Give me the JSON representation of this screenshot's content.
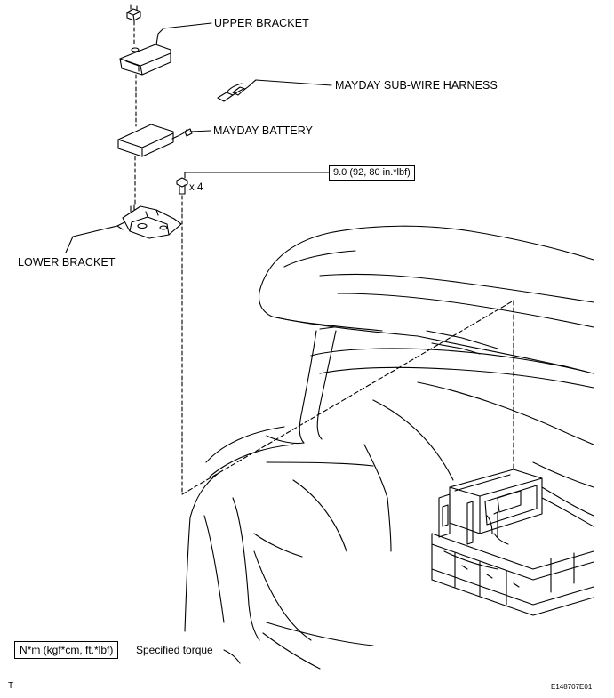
{
  "labels": {
    "upper_bracket": "UPPER BRACKET",
    "sub_wire_harness": "MAYDAY SUB-WIRE HARNESS",
    "battery": "MAYDAY BATTERY",
    "lower_bracket": "LOWER BRACKET"
  },
  "torque": {
    "value": "9.0 (92, 80 in.*lbf)",
    "quantity": "x 4"
  },
  "legend": {
    "unit_box": "N*m (kgf*cm, ft.*lbf)",
    "unit_text": "Specified torque"
  },
  "footer": {
    "left_mark": "T",
    "figure_id": "E148707E01"
  }
}
